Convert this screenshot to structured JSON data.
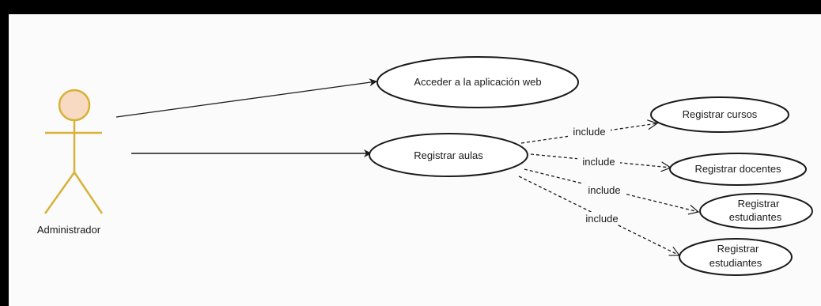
{
  "diagram": {
    "actor": {
      "name": "Administrador",
      "fill": "#f8d9c2",
      "stroke": "#d7b237"
    },
    "use_cases": {
      "access": "Acceder a la aplicación web",
      "register_classrooms": "Registrar aulas",
      "register_courses": "Registrar cursos",
      "register_teachers": "Registrar docentes",
      "register_students_1": [
        "Registrar",
        "estudiantes"
      ],
      "register_students_2": [
        "Registrar",
        "estudiantes"
      ]
    },
    "relations": {
      "include_label": "include"
    }
  },
  "colors": {
    "frame": "#000000",
    "background": "#fbfbfb",
    "line": "#1a1a1a"
  }
}
